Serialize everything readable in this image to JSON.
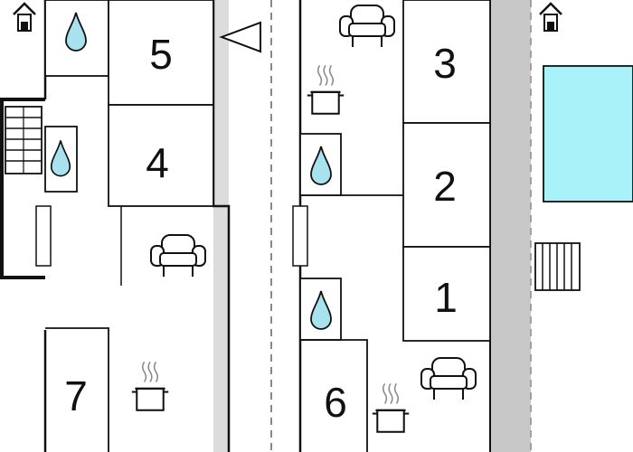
{
  "rooms": [
    {
      "id": "5",
      "label": "5"
    },
    {
      "id": "4",
      "label": "4"
    },
    {
      "id": "7",
      "label": "7"
    },
    {
      "id": "3",
      "label": "3"
    },
    {
      "id": "2",
      "label": "2"
    },
    {
      "id": "1",
      "label": "1"
    },
    {
      "id": "6",
      "label": "6"
    }
  ],
  "icons": {
    "water": "water-drop-icon",
    "sofa": "armchair-icon",
    "cooking": "cooking-pot-icon",
    "stairs": "stairs-icon",
    "house": "house-icon",
    "pool": "swimming-pool",
    "arrow": "direction-arrow-icon"
  },
  "colors": {
    "water": "#a9e2ef",
    "pool": "#aaf2f9",
    "corridor": "#dcdcdc",
    "wall": "#111111"
  }
}
